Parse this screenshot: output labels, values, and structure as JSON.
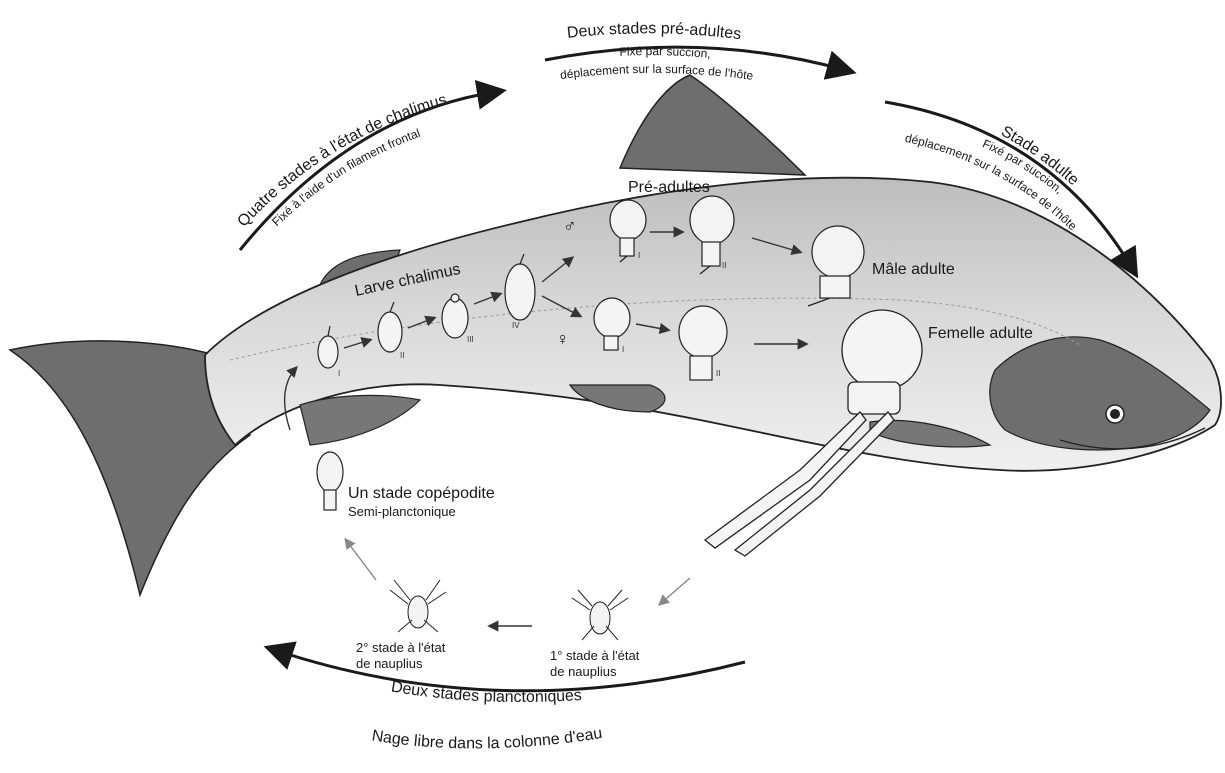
{
  "arcs": {
    "chalimus": {
      "title": "Quatre stades à l'état de chalimus",
      "subtitle": "Fixé à l'aide d'un filament frontal"
    },
    "preadult": {
      "title": "Deux stades pré-adultes",
      "subtitle_1": "Fixé par succion,",
      "subtitle_2": "déplacement sur la surface de l'hôte"
    },
    "adult": {
      "title": "Stade adulte",
      "subtitle_1": "Fixé par succion,",
      "subtitle_2": "déplacement sur la surface de l'hôte"
    },
    "planktonic": {
      "title": "Deux stades planctoniques",
      "subtitle": "Nage libre dans la colonne d'eau"
    }
  },
  "labels": {
    "larva": "Larve chalimus",
    "preadults": "Pré-adultes",
    "male": "Mâle adulte",
    "female": "Femelle adulte",
    "copepodite": "Un stade copépodite",
    "copepodite_sub": "Semi-planctonique",
    "nauplius2_line1": "2° stade à l'état",
    "nauplius2_line2": "de nauplius",
    "nauplius1_line1": "1° stade à l'état",
    "nauplius1_line2": "de nauplius",
    "male_symbol": "♂",
    "female_symbol": "♀"
  },
  "numerals": {
    "chalimus": [
      "I",
      "II",
      "III",
      "IV"
    ],
    "preadult_male": [
      "I",
      "II"
    ],
    "preadult_female": [
      "I",
      "II"
    ]
  },
  "colors": {
    "fish_body": "#d9d9d9",
    "fish_dark": "#6e6e6e",
    "fish_belly": "#ededed",
    "ink": "#1a1a1a"
  }
}
